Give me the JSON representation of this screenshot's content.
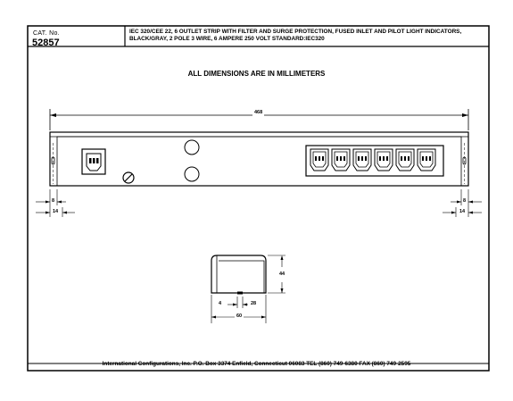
{
  "title_block": {
    "cat_no_label": "CAT. No.",
    "cat_no": "52857",
    "description": "IEC 320/CEE 22, 6 OUTLET STRIP WITH FILTER AND SURGE PROTECTION, FUSED INLET AND PILOT LIGHT INDICATORS, BLACK/GRAY, 2 POLE 3 WIRE, 6 AMPERE 250 VOLT STANDARD:IEC320"
  },
  "drawing": {
    "heading": "ALL DIMENSIONS ARE IN MILLIMETERS",
    "overall_length": "468",
    "left_offset_1": "8",
    "left_offset_2": "14",
    "right_offset_1": "8",
    "right_offset_2": "14",
    "height": "44",
    "end_left": "4",
    "end_mid": "28",
    "end_width": "60"
  },
  "footer": {
    "text": "International Configurations, Inc.  P.O. Box 3374  Enfield, Connecticut 06083 TEL (860) 749-6380  FAX (860) 749-2595"
  }
}
